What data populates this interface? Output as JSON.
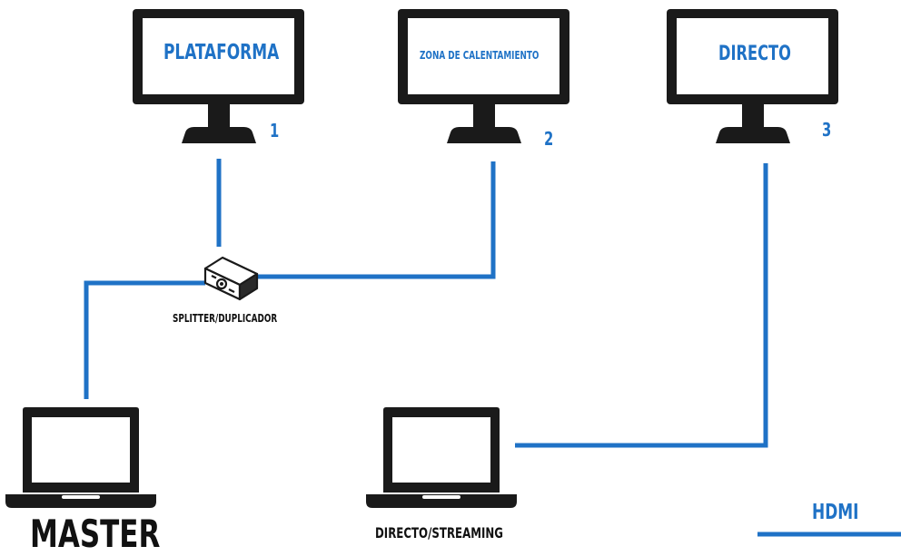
{
  "monitors": [
    {
      "title": "PLATAFORMA",
      "number": "1"
    },
    {
      "title": "ZONA DE CALENTAMIENTO",
      "number": "2"
    },
    {
      "title": "DIRECTO",
      "number": "3"
    }
  ],
  "splitter": {
    "label": "SPLITTER/DUPLICADOR"
  },
  "laptops": [
    {
      "label": "MASTER"
    },
    {
      "label": "DIRECTO/STREAMING"
    }
  ],
  "legend": {
    "label": "HDMI",
    "color": "#1f72c6"
  },
  "colors": {
    "cable": "#1f72c6",
    "device": "#1a1a1a",
    "accent": "#1f72c6"
  }
}
